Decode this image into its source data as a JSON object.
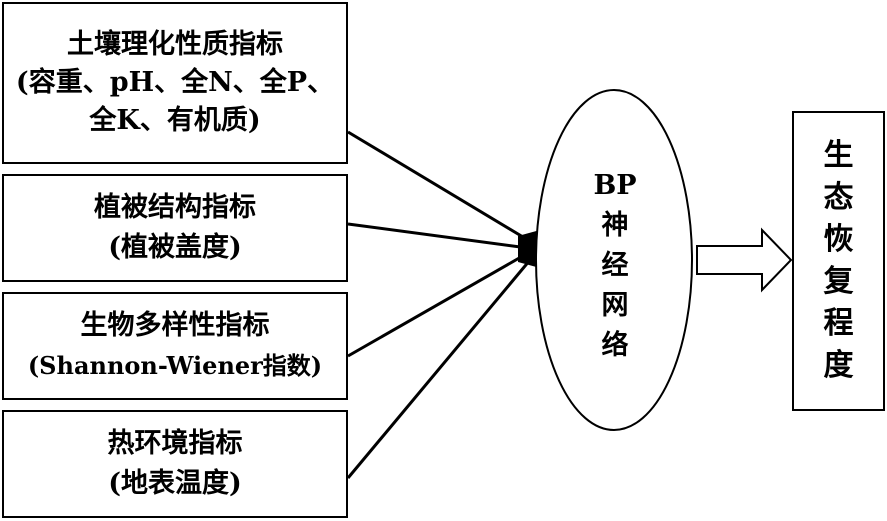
{
  "inputs": [
    {
      "lines": [
        "土壤理化性质指标",
        "(容重、pH、全N、全P、",
        "全K、有机质)"
      ]
    },
    {
      "lines": [
        "植被结构指标",
        "(植被盖度)"
      ]
    },
    {
      "lines": [
        "生物多样性指标",
        "(Shannon-Wiener指数)"
      ]
    },
    {
      "lines": [
        "热环境指标",
        "(地表温度)"
      ]
    }
  ],
  "network": {
    "chars": [
      "BP",
      "神",
      "经",
      "网",
      "络"
    ]
  },
  "output": {
    "chars": [
      "生",
      "态",
      "恢",
      "复",
      "程",
      "度"
    ]
  }
}
